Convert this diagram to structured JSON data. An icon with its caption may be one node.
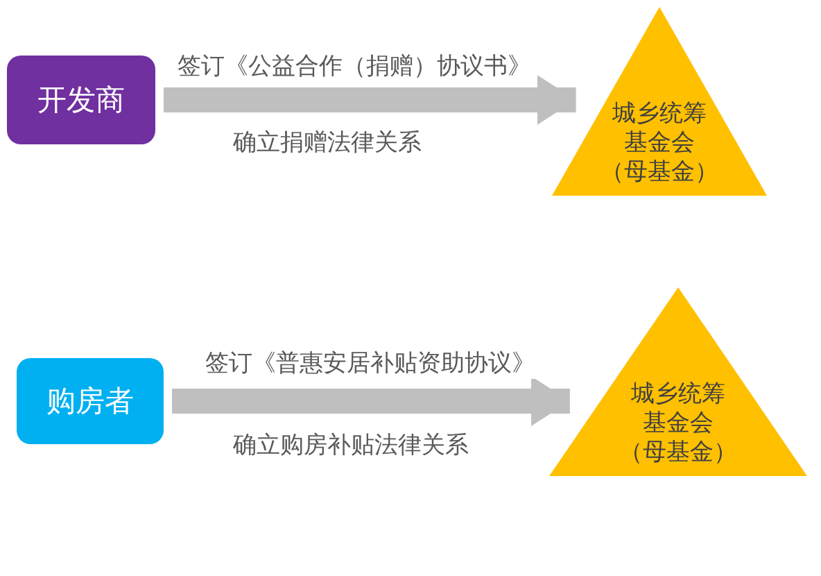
{
  "diagram": {
    "nodes": [
      {
        "text": [
          "开发商"
        ]
      },
      {
        "text": [
          "城乡统筹基金会",
          "（母基金）"
        ]
      },
      {
        "text": [
          "购房者"
        ]
      },
      {
        "text": [
          "城乡统筹基金会",
          "（母基金）"
        ]
      }
    ],
    "edges": [
      {
        "from": 0,
        "to": 1,
        "arrow": "to",
        "label": "签订《公益合作（捐赠）协议书》"
      },
      {
        "from": 2,
        "to": 3,
        "arrow": "to",
        "label": "签订《普惠安居补贴资助协议》"
      }
    ],
    "labels": [
      "确立捐赠法律关系",
      "确立购房补贴法律关系"
    ]
  }
}
